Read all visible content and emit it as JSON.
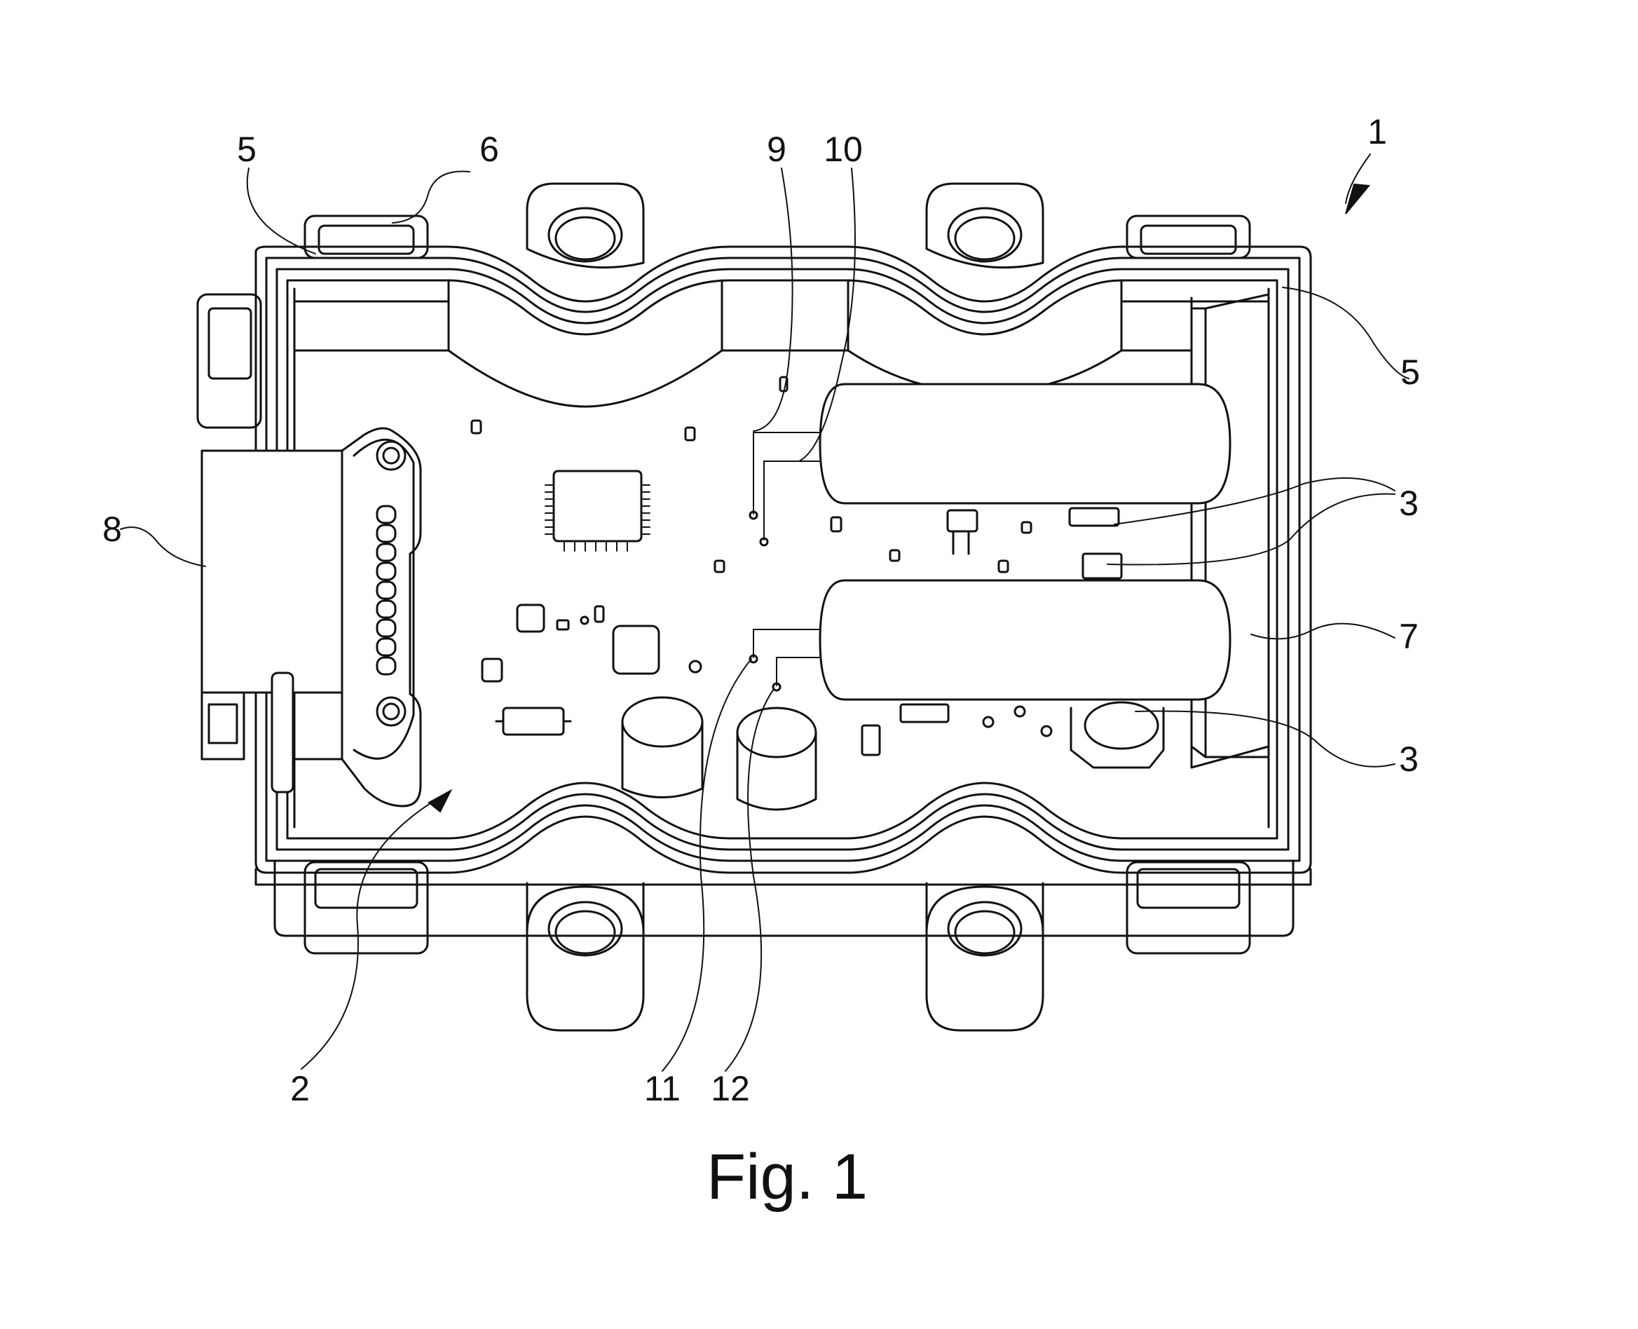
{
  "caption": "Fig. 1",
  "reference_numerals": {
    "housing": "1",
    "board": "2",
    "component_upper": "3",
    "component_right": "3",
    "component_lower": "3",
    "wall_left": "5",
    "wall_right": "5",
    "clip": "6",
    "partition": "7",
    "connector": "8",
    "contact_9": "9",
    "contact_10": "10",
    "contact_11": "11",
    "contact_12": "12"
  },
  "colors": {
    "line": "#111111",
    "background": "#ffffff"
  }
}
